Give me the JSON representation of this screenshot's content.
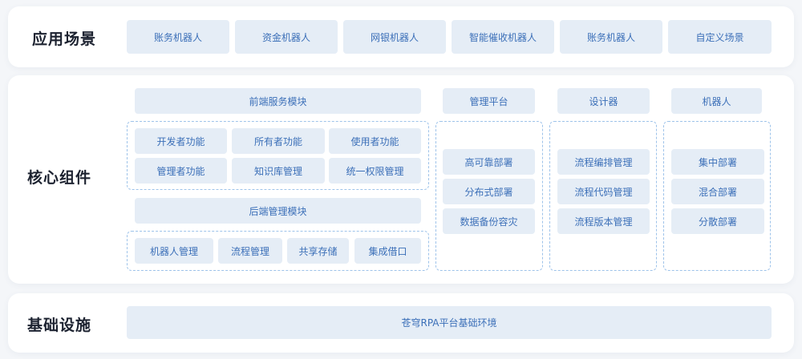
{
  "scenarios": {
    "title": "应用场景",
    "items": [
      "账务机器人",
      "资金机器人",
      "网银机器人",
      "智能催收机器人",
      "账务机器人",
      "自定义场景"
    ]
  },
  "core": {
    "title": "核心组件",
    "frontend": {
      "label": "前端服务模块",
      "items": [
        "开发者功能",
        "所有者功能",
        "使用者功能",
        "管理者功能",
        "知识库管理",
        "统一权限管理"
      ]
    },
    "backend": {
      "label": "后端管理模块",
      "items": [
        "机器人管理",
        "流程管理",
        "共享存储",
        "集成借口"
      ]
    },
    "platform": {
      "label": "管理平台",
      "items": [
        "高可靠部署",
        "分布式部署",
        "数据备份容灾"
      ]
    },
    "designer": {
      "label": "设计器",
      "items": [
        "流程编排管理",
        "流程代码管理",
        "流程版本管理"
      ]
    },
    "robot": {
      "label": "机器人",
      "items": [
        "集中部署",
        "混合部署",
        "分散部署"
      ]
    }
  },
  "infra": {
    "title": "基础设施",
    "label": "苍穹RPA平台基础环境"
  }
}
